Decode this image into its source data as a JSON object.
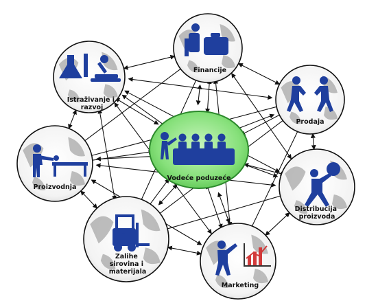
{
  "center": {
    "label": "Vodeće poduzeće",
    "fill": "#86e07a",
    "stroke": "#2c8a2c"
  },
  "nodes": [
    {
      "id": "financije",
      "lines": [
        "Financije"
      ],
      "icon": "finance-icon"
    },
    {
      "id": "istrazivanje",
      "lines": [
        "Istraživanje i",
        "razvoj"
      ],
      "icon": "laboratory-icon"
    },
    {
      "id": "prodaja",
      "lines": [
        "Prodaja"
      ],
      "icon": "handshake-icon"
    },
    {
      "id": "proizvodnja",
      "lines": [
        "Proizvodnja"
      ],
      "icon": "worker-icon"
    },
    {
      "id": "distribucija",
      "lines": [
        "Distribucija",
        "proizvoda"
      ],
      "icon": "carrier-icon"
    },
    {
      "id": "zalihe",
      "lines": [
        "Zalihe",
        "sirovina i",
        "materijala"
      ],
      "icon": "forklift-icon"
    },
    {
      "id": "marketing",
      "lines": [
        "Marketing"
      ],
      "icon": "presentation-icon"
    }
  ],
  "colors": {
    "figure": "#1f3f9e",
    "map": "#8c8c8c",
    "arrow": "#111111"
  }
}
